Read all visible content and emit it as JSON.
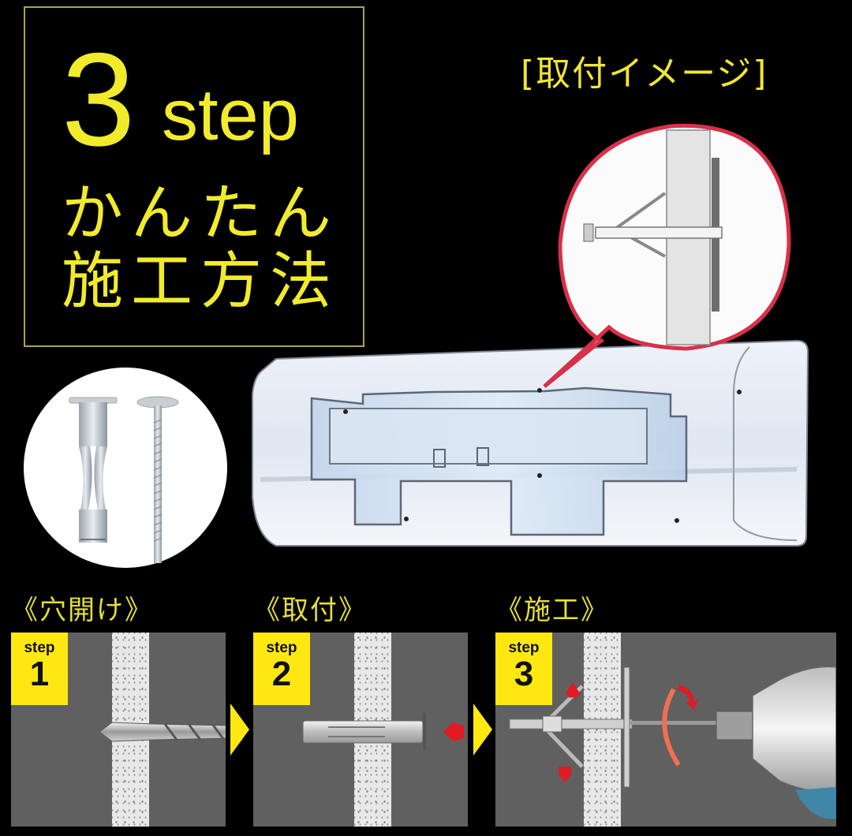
{
  "header": {
    "big_number": "3",
    "step_word": "step",
    "subtitle_line1": "かんたん",
    "subtitle_line2": "施工方法"
  },
  "image_caption": "[取付イメージ]",
  "illustrations": {
    "product": "hollow-wall-anchor-and-screw",
    "callout": "anchor-expanded-behind-wall-detail",
    "main": "air-conditioner-with-mounting-plate"
  },
  "steps": [
    {
      "label": "《穴開け》",
      "badge_word": "step",
      "badge_number": "1",
      "scene": "drill-bit-through-wall"
    },
    {
      "label": "《取付》",
      "badge_word": "step",
      "badge_number": "2",
      "scene": "insert-anchor-into-hole"
    },
    {
      "label": "《施工》",
      "badge_word": "step",
      "badge_number": "3",
      "scene": "drill-tighten-anchor-expands"
    }
  ],
  "colors": {
    "accent_yellow": "#ffe812",
    "title_yellow": "#f1eb2b",
    "border_olive": "#a9a44b",
    "panel_gray": "#606060",
    "arrow_red": "#e01b22",
    "callout_red": "#d9304a"
  }
}
